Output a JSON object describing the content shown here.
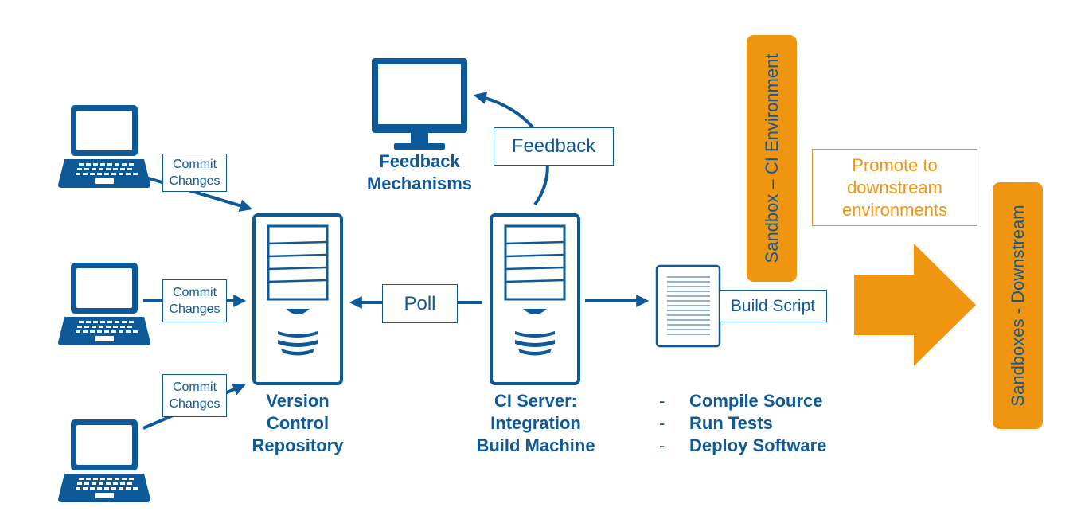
{
  "commit_label": "Commit\nChanges",
  "commit_boxes": [
    "Commit\nChanges",
    "Commit\nChanges",
    "Commit\nChanges"
  ],
  "feedback_label": "Feedback",
  "poll_label": "Poll",
  "build_script_label": "Build Script",
  "feedback_caption": "Feedback\nMechanisms",
  "vcr_caption": "Version\nControl\nRepository",
  "ci_caption": "CI Server:\nIntegration\nBuild Machine",
  "steps": [
    "Compile Source",
    "Run Tests",
    "Deploy Software"
  ],
  "step_marker": "-",
  "sandbox_ci": "Sandbox – CI Environment",
  "sandbox_downstream": "Sandboxes - Downstream",
  "promote_label": "Promote to\ndownstream\nenvironments",
  "colors": {
    "primary": "#0e5a99",
    "accent": "#f0950f"
  },
  "icons": [
    "laptop-icon",
    "monitor-icon",
    "server-tower-icon",
    "document-icon",
    "arrow-right-icon"
  ]
}
